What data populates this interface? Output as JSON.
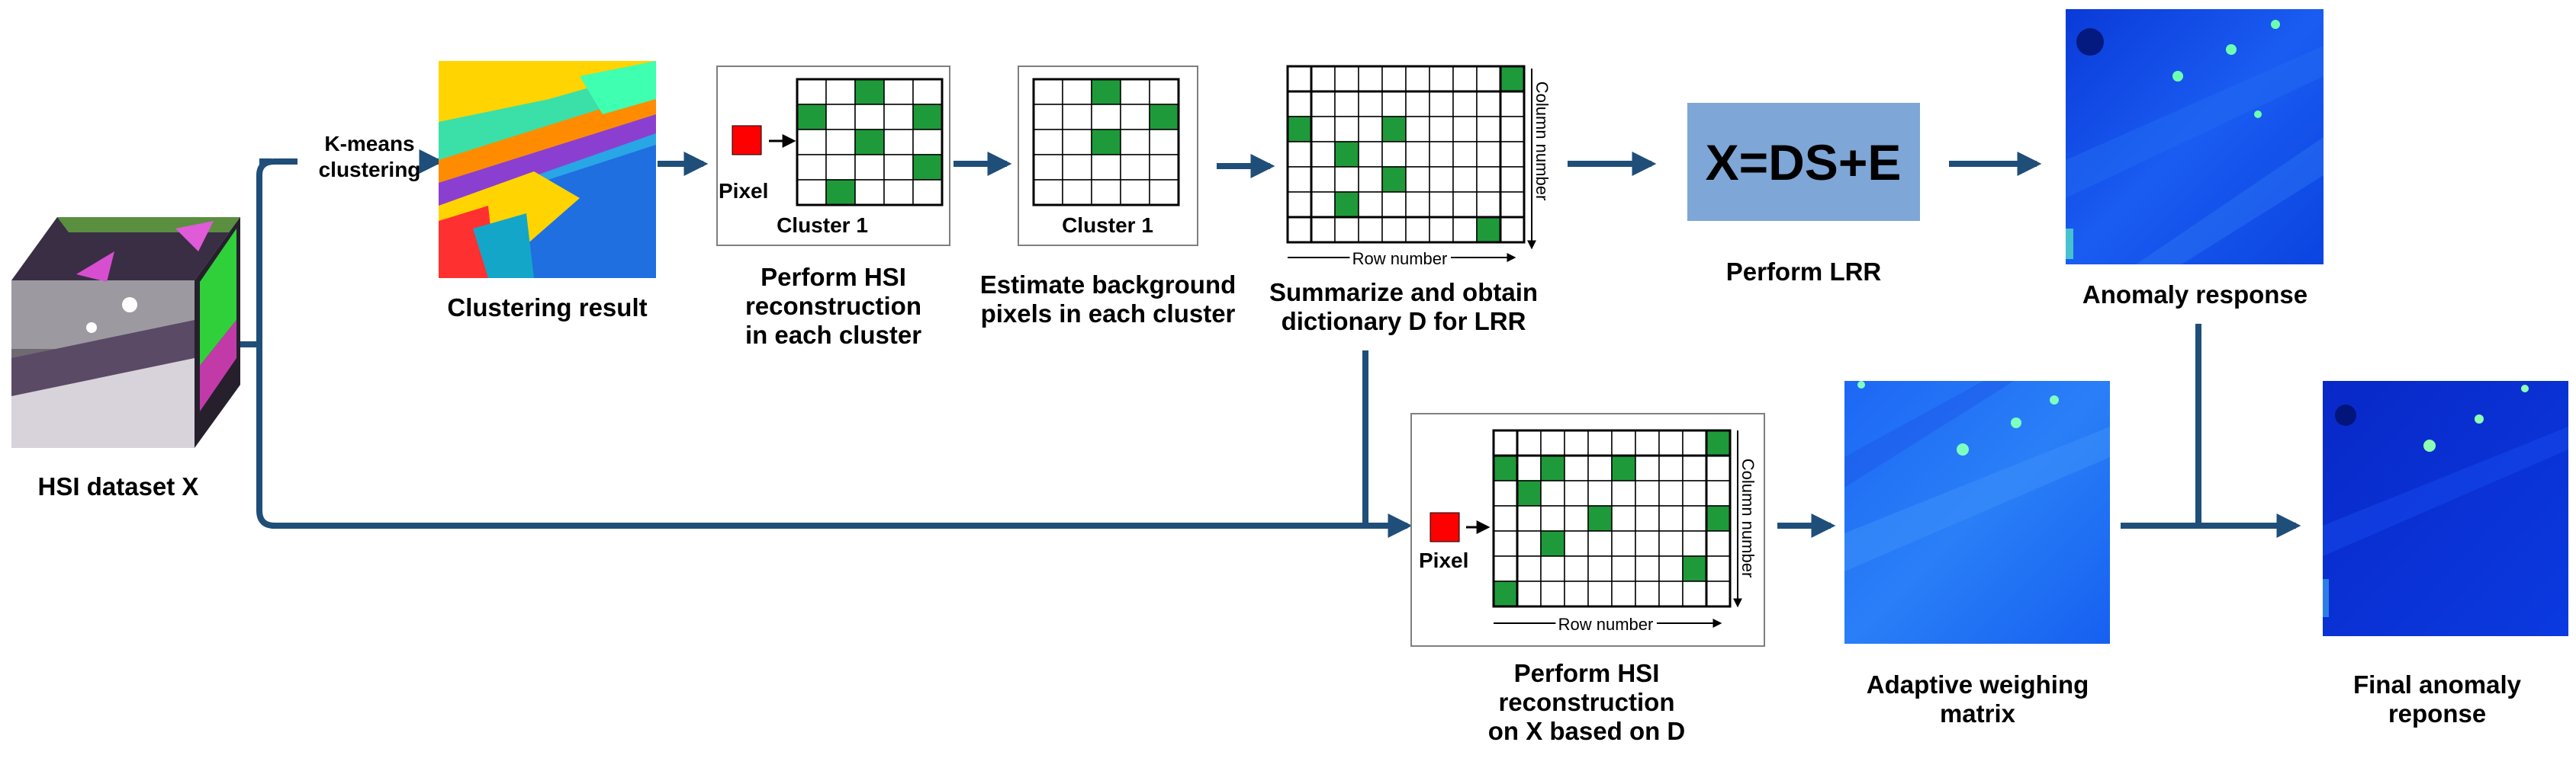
{
  "dataset": {
    "label": "HSI dataset X"
  },
  "kmeans": {
    "line1": "K-means",
    "line2": "clustering"
  },
  "clustering": {
    "label": "Clustering result"
  },
  "step1": {
    "pixel": "Pixel",
    "cluster": "Cluster 1",
    "line1": "Perform HSI",
    "line2": "reconstruction",
    "line3": "in each cluster"
  },
  "step2": {
    "cluster": "Cluster 1",
    "line1": "Estimate background",
    "line2": "pixels in each cluster"
  },
  "step3": {
    "row": "Row number",
    "col": "Column number",
    "line1": "Summarize and obtain",
    "line2": "dictionary D for LRR"
  },
  "lrr": {
    "equation": "X=DS+E",
    "label": "Perform LRR",
    "box_color": "#7ea6d6"
  },
  "anomaly": {
    "label": "Anomaly response"
  },
  "step4": {
    "pixel": "Pixel",
    "row": "Row number",
    "col": "Column number",
    "line1": "Perform HSI",
    "line2": "reconstruction",
    "line3": "on X based on D"
  },
  "weighing": {
    "line1": "Adaptive weighing",
    "line2": "matrix"
  },
  "final": {
    "line1": "Final anomaly",
    "line2": "reponse"
  },
  "colors": {
    "arrow": "#1f4e79",
    "cell": "#1f9a3a",
    "pixel": "#ff0000"
  }
}
